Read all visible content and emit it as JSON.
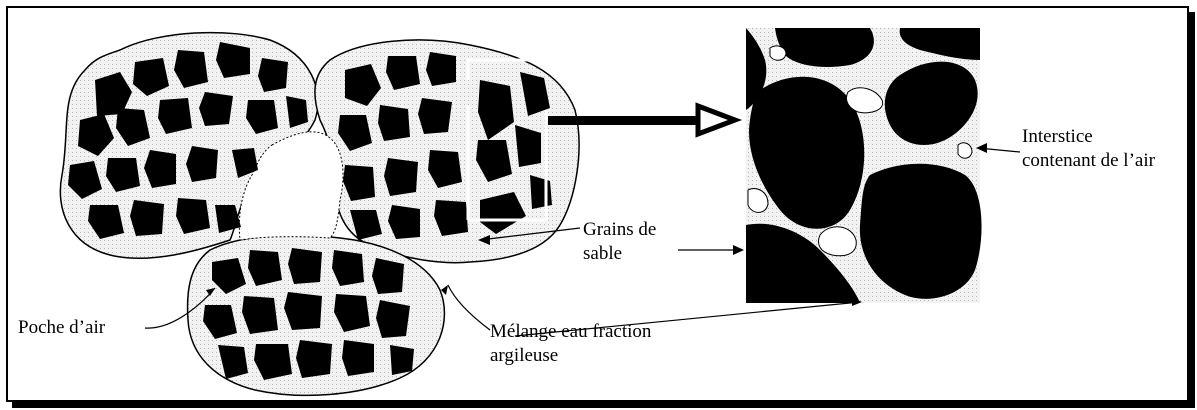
{
  "labels": {
    "poche_air": "Poche d’air",
    "melange": "Mélange eau fraction\nargileuse",
    "grains": "Grains de\nsable",
    "interstice": "Interstice\ncontenant de l’air"
  },
  "colors": {
    "grain": "#000000",
    "matrix": "#e9e9e9",
    "air": "#ffffff",
    "line": "#000000"
  }
}
